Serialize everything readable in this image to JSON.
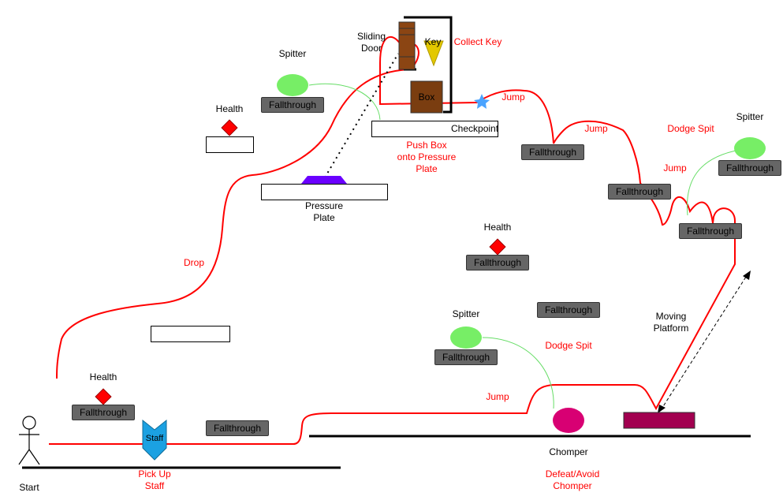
{
  "labels": {
    "start": "Start",
    "pick_up_staff": "Pick Up\nStaff",
    "staff": "Staff",
    "drop": "Drop",
    "health": "Health",
    "spitter": "Spitter",
    "sliding_door": "Sliding\nDoor",
    "key": "Key",
    "collect_key": "Collect Key",
    "box": "Box",
    "jump": "Jump",
    "checkpoint": "Checkpoint",
    "push_box": "Push Box\nonto Pressure\nPlate",
    "pressure_plate": "Pressure\nPlate",
    "dodge_spit": "Dodge Spit",
    "fallthrough": "Fallthrough",
    "moving_platform": "Moving\nPlatform",
    "chomper": "Chomper",
    "defeat_avoid": "Defeat/Avoid\nChomper"
  },
  "colors": {
    "path": "#ff0000",
    "spit_range": "#66dd66",
    "health": "#ff0000",
    "spitter": "#77ee66",
    "staff": "#1ba1e2",
    "key": "#e3c800",
    "door": "#8b4513",
    "box": "#7a3d10",
    "pressure_plate": "#6a00ff",
    "checkpoint_star": "#4aa3ff",
    "chomper": "#d80073",
    "moving_platform": "#a20050",
    "fallthrough": "#666666"
  }
}
